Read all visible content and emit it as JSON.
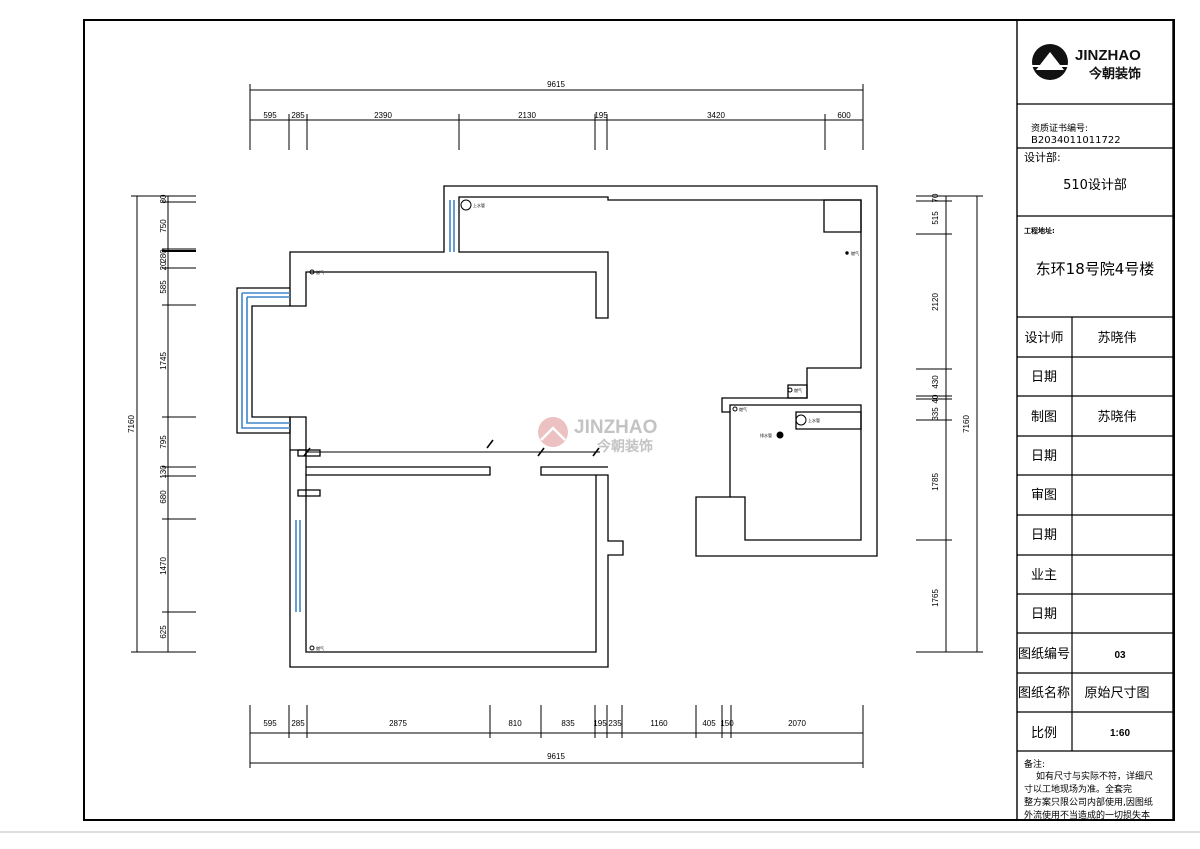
{
  "logo": {
    "brand": "JINZHAO",
    "brand_cn": "今朝装饰"
  },
  "title_block": {
    "cert_label": "资质证书编号:",
    "cert_no": "B2034011011722",
    "dept_label": "设计部:",
    "dept_value": "510设计部",
    "address_label": "工程地址:",
    "address_value": "东环18号院4号楼",
    "rows": [
      {
        "label": "设计师",
        "value": "苏晓伟"
      },
      {
        "label": "日期",
        "value": ""
      },
      {
        "label": "制图",
        "value": "苏晓伟"
      },
      {
        "label": "日期",
        "value": ""
      },
      {
        "label": "审图",
        "value": ""
      },
      {
        "label": "日期",
        "value": ""
      },
      {
        "label": "业主",
        "value": ""
      },
      {
        "label": "日期",
        "value": ""
      },
      {
        "label": "图纸编号",
        "value": "03"
      },
      {
        "label": "图纸名称",
        "value": "原始尺寸图"
      },
      {
        "label": "比例",
        "value": "1:60"
      }
    ],
    "notes_label": "备注:",
    "notes_lines": [
      "如有尺寸与实际不符，详细尺",
      "寸以工地现场为准。全套完",
      "整方案只限公司内部使用,因图纸",
      "外流使用不当造成的一切损失本"
    ]
  },
  "dimensions": {
    "top_total": "9615",
    "top_segments": [
      "595",
      "285",
      "2390",
      "2130",
      "195",
      "3420",
      "600"
    ],
    "bottom_total": "9615",
    "bottom_segments": [
      "595",
      "285",
      "2875",
      "810",
      "835",
      "195",
      "235",
      "1160",
      "405",
      "150",
      "2070"
    ],
    "left_total": "7160",
    "left_segments": [
      "80",
      "750",
      "280",
      "20",
      "585",
      "1745",
      "795",
      "130",
      "680",
      "1470",
      "625"
    ],
    "right_total": "7160",
    "right_segments": [
      "70",
      "515",
      "2120",
      "430",
      "40",
      "335",
      "1785",
      "1765"
    ]
  },
  "watermark": {
    "brand": "JINZHAO",
    "brand_cn": "今朝装饰"
  },
  "fixtures": {
    "water_label": "上水管",
    "gas_label": "燃气",
    "drain_label": "排水管"
  }
}
